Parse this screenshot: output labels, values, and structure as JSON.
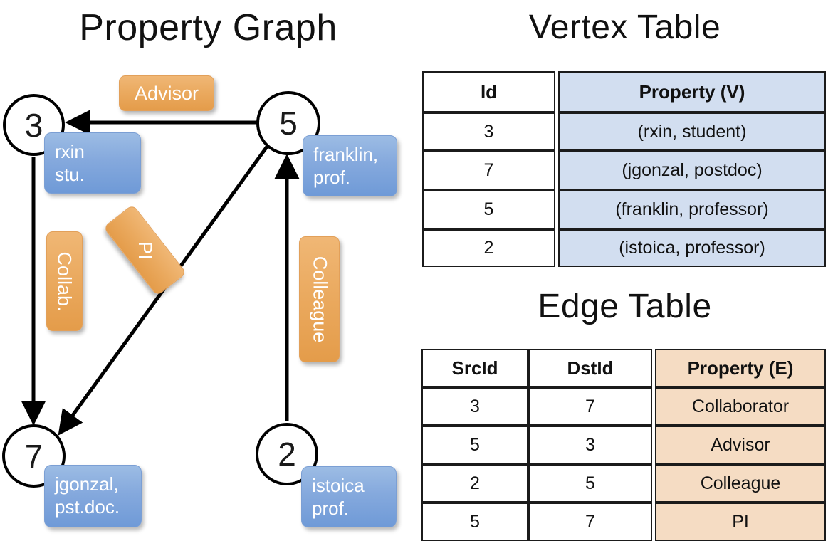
{
  "panels": {
    "graph_title": "Property Graph",
    "vertex_title": "Vertex Table",
    "edge_title": "Edge Table"
  },
  "colors": {
    "vertex_property_fill": "#d2def0",
    "edge_property_fill": "#f5dcc3",
    "vertex_box_fill": "#85a9dd",
    "edge_label_fill": "#eaa95e",
    "stroke": "#000000"
  },
  "graph": {
    "nodes": [
      {
        "id": "3",
        "property_line1": "rxin",
        "property_line2": "stu."
      },
      {
        "id": "5",
        "property_line1": "franklin,",
        "property_line2": "prof."
      },
      {
        "id": "7",
        "property_line1": "jgonzal,",
        "property_line2": "pst.doc."
      },
      {
        "id": "2",
        "property_line1": "istoica",
        "property_line2": "prof."
      }
    ],
    "edge_labels": [
      {
        "name": "advisor",
        "text": "Advisor"
      },
      {
        "name": "collab",
        "text": "Collab."
      },
      {
        "name": "pi",
        "text": "PI"
      },
      {
        "name": "colleague",
        "text": "Colleague"
      }
    ],
    "edges": [
      {
        "src": "5",
        "dst": "3",
        "label": "Advisor"
      },
      {
        "src": "3",
        "dst": "7",
        "label": "Collab."
      },
      {
        "src": "5",
        "dst": "7",
        "label": "PI"
      },
      {
        "src": "2",
        "dst": "5",
        "label": "Colleague"
      }
    ]
  },
  "vertex_table": {
    "headers": [
      "Id",
      "Property (V)"
    ],
    "rows": [
      [
        "3",
        "(rxin, student)"
      ],
      [
        "7",
        "(jgonzal, postdoc)"
      ],
      [
        "5",
        "(franklin, professor)"
      ],
      [
        "2",
        "(istoica, professor)"
      ]
    ]
  },
  "edge_table": {
    "headers": [
      "SrcId",
      "DstId",
      "Property (E)"
    ],
    "rows": [
      [
        "3",
        "7",
        "Collaborator"
      ],
      [
        "5",
        "3",
        "Advisor"
      ],
      [
        "2",
        "5",
        "Colleague"
      ],
      [
        "5",
        "7",
        "PI"
      ]
    ]
  }
}
